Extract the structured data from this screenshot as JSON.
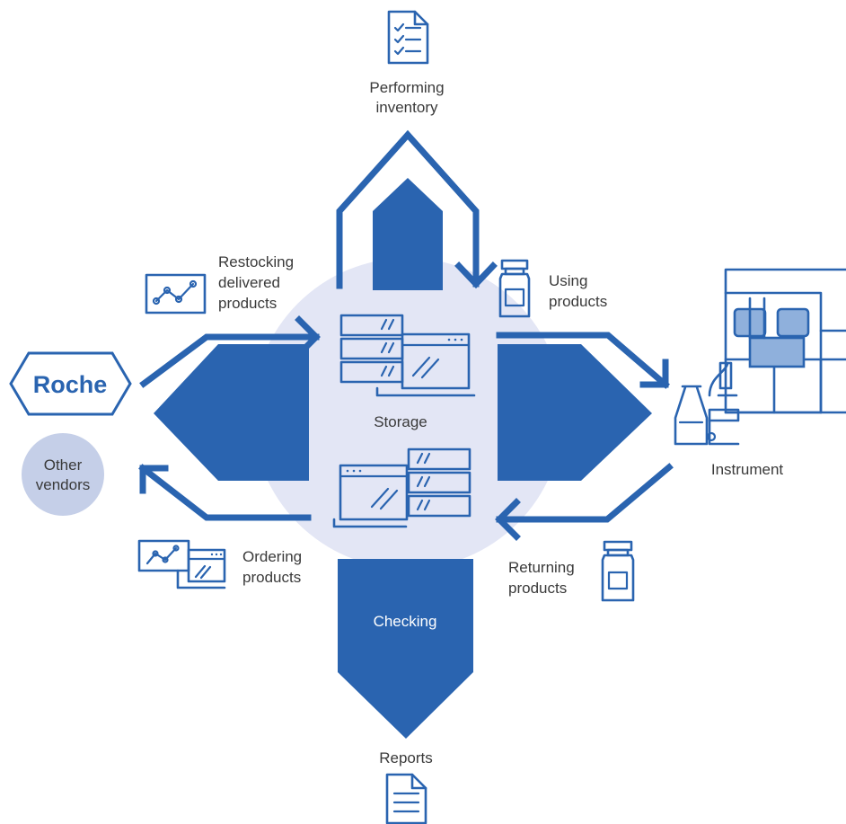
{
  "colors": {
    "primary": "#2a64b0",
    "circle": "#e3e6f5",
    "vendor_circle": "#c5cfe8",
    "instrument_fill": "#8fb0dc",
    "text": "#3a3a3a",
    "white": "#ffffff"
  },
  "labels": {
    "performing_inventory": [
      "Performing",
      "inventory"
    ],
    "restocking": [
      "Restocking",
      "delivered",
      "products"
    ],
    "using_products": [
      "Using",
      "products"
    ],
    "storage": "Storage",
    "instrument": "Instrument",
    "other_vendors": [
      "Other",
      "vendors"
    ],
    "ordering_products": [
      "Ordering",
      "products"
    ],
    "returning_products": [
      "Returning",
      "products"
    ],
    "checking": "Checking",
    "reports": "Reports"
  },
  "logo": {
    "text": "Roche"
  },
  "icons": {
    "top": "checklist-icon",
    "restocking": "line-chart-icon",
    "using": "vial-icon",
    "storage_top": "server-stack-icon",
    "storage_bottom": "server-stack-icon",
    "instrument": "lab-instrument-icon",
    "ordering": "chart-laptop-icon",
    "returning": "vial-icon",
    "bottom": "document-icon"
  }
}
